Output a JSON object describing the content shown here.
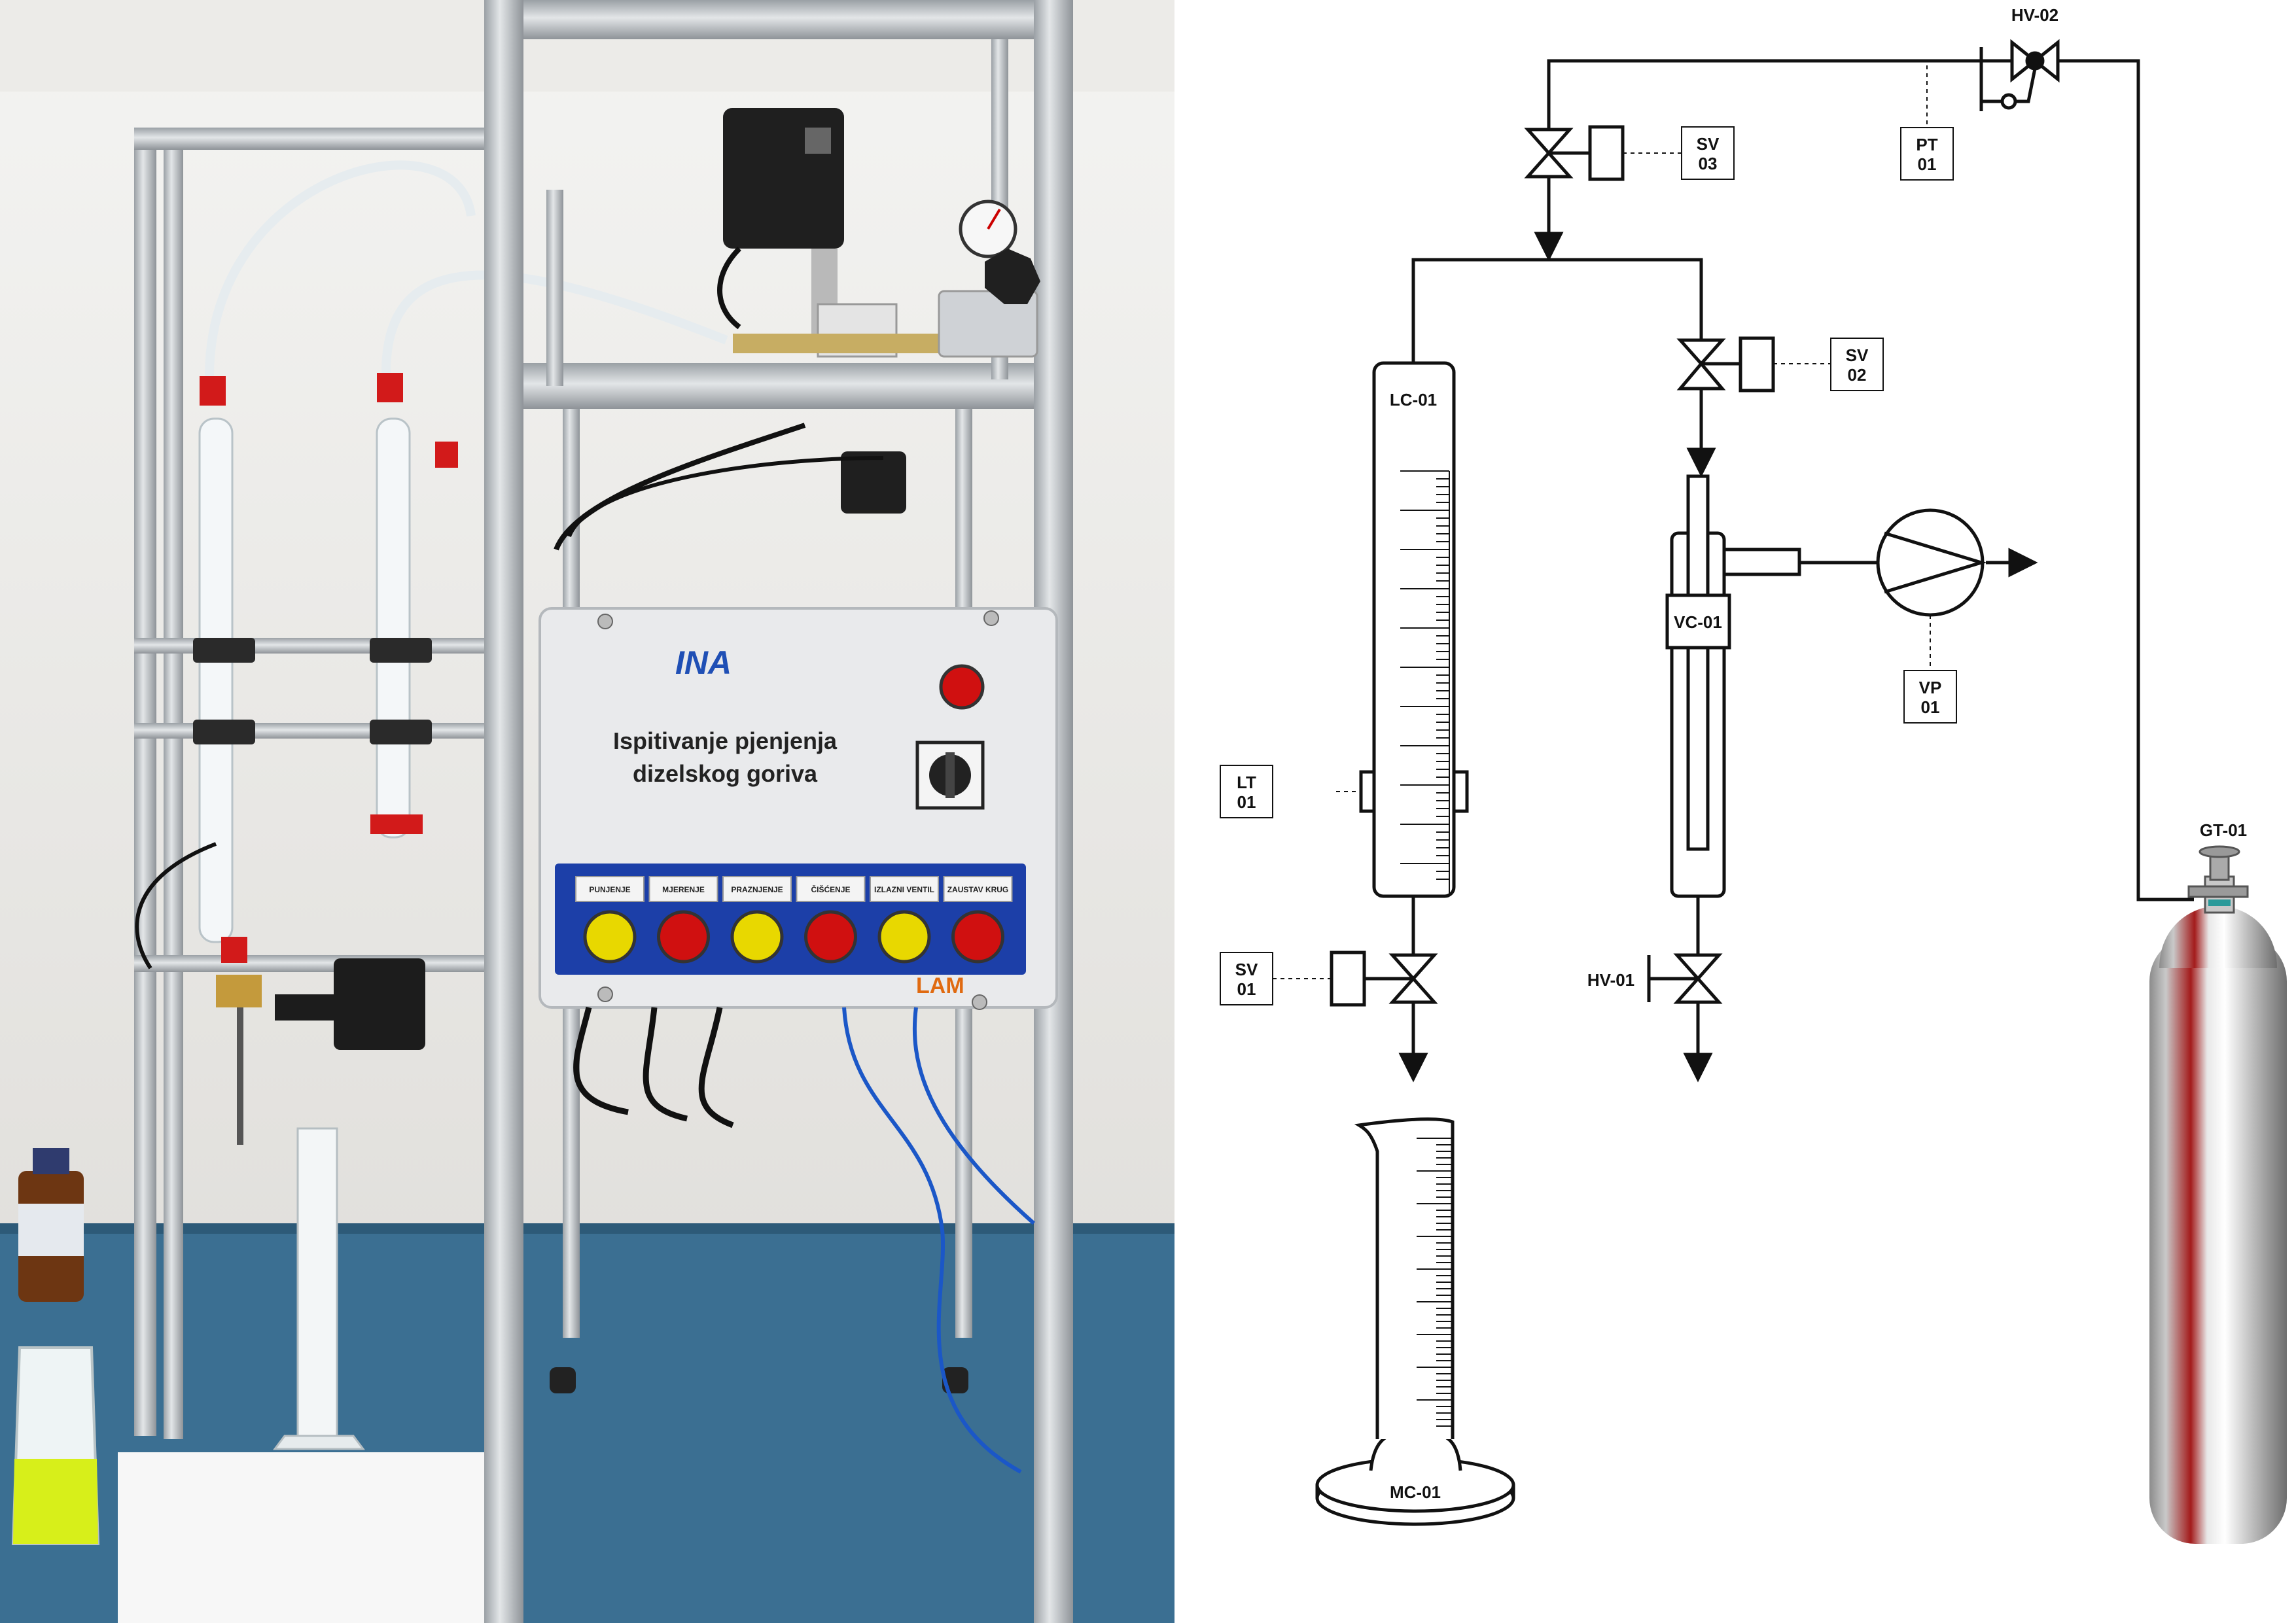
{
  "photo": {
    "panel_brand": "INA",
    "panel_title_line1": "Ispitivanje pjenjenja",
    "panel_title_line2": "dizelskog goriva",
    "button_labels": [
      "PUNJENJE",
      "MJERENJE",
      "PRAZNJENJE",
      "ČIŠĆENJE",
      "IZLAZNI VENTIL",
      "ZAUSTAV KRUG"
    ],
    "button_colors": [
      "#e8d800",
      "#d01010",
      "#e8d800",
      "#d01010",
      "#e8d800",
      "#d01010"
    ],
    "footer_logo": "LAM"
  },
  "diagram": {
    "labels": {
      "hv02": "HV-02",
      "lc01": "LC-01",
      "vc01": "VC-01",
      "mc01": "MC-01",
      "gt01": "GT-01",
      "hv01": "HV-01"
    },
    "tags": {
      "sv03": [
        "SV",
        "03"
      ],
      "pt01": [
        "PT",
        "01"
      ],
      "sv02": [
        "SV",
        "02"
      ],
      "vp01": [
        "VP",
        "01"
      ],
      "lt01": [
        "LT",
        "01"
      ],
      "sv01": [
        "SV",
        "01"
      ]
    }
  },
  "colors": {
    "line": "#111111",
    "panel": "#e9eaec",
    "button_bar": "#1c3fa8",
    "brand": "#1f4fb5",
    "lam": "#e06a10",
    "bench": "#3b6f92"
  }
}
